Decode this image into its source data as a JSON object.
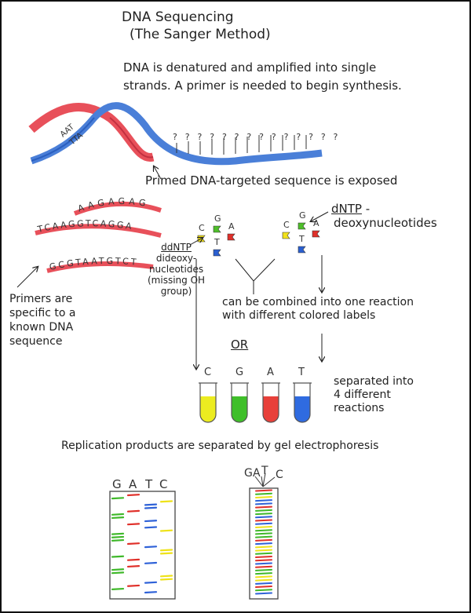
{
  "title": {
    "line1": "DNA Sequencing",
    "line2": "(The Sanger Method)"
  },
  "intro": {
    "line1": "DNA is denatured and amplified into single",
    "line2": "strands. A primer is needed to begin synthesis."
  },
  "helix": {
    "question_marks": "? ? ? ? ? ? ? ? ? ? ? ? ? ?",
    "base_pairs_left": "AAT",
    "base_pairs_left2": "TTA",
    "caption": "Primed DNA-targeted sequence is exposed"
  },
  "primers": {
    "sequences": [
      "AAGAGAG",
      "TCAAGGTCAGGA",
      "GCGTAATGTCT"
    ],
    "caption": [
      "Primers are",
      "specific to a",
      "known DNA",
      "sequence"
    ]
  },
  "ddntp": {
    "label": "ddNTP",
    "desc": [
      "dideoxy-",
      "nucleotides",
      "(missing OH",
      "group)"
    ]
  },
  "dntp": {
    "label": "dNTP",
    "dash": "-",
    "desc": "deoxynucleotides"
  },
  "nucleotides": [
    {
      "letter": "C",
      "color": "#f2e21a"
    },
    {
      "letter": "G",
      "color": "#4fbf2a"
    },
    {
      "letter": "A",
      "color": "#e0302a"
    },
    {
      "letter": "T",
      "color": "#2a5fd0"
    }
  ],
  "combined": {
    "line1": "can be combined into one reaction",
    "line2": "with different colored labels"
  },
  "or_label": "OR",
  "tubes": [
    {
      "letter": "C",
      "color": "#ecec20"
    },
    {
      "letter": "G",
      "color": "#3fbf2a"
    },
    {
      "letter": "A",
      "color": "#e8403a"
    },
    {
      "letter": "T",
      "color": "#2f6be0"
    }
  ],
  "separated": [
    "separated into",
    "4 different",
    "reactions"
  ],
  "gel_caption": "Replication products are separated by gel electrophoresis",
  "gel1": {
    "lanes": [
      "G",
      "A",
      "T",
      "C"
    ],
    "bands": [
      "A",
      "G",
      "C",
      "T",
      "T",
      "A",
      "G",
      "G",
      "T",
      "A",
      "T",
      "C",
      "G",
      "G",
      "G",
      "A",
      "T",
      "C",
      "C",
      "G",
      "A",
      "T",
      "A",
      "G",
      "G",
      "C",
      "C",
      "T",
      "A",
      "G",
      "T"
    ]
  },
  "gel2": {
    "labels": [
      "G",
      "A",
      "T",
      "C"
    ],
    "bands": [
      "A",
      "G",
      "C",
      "T",
      "T",
      "A",
      "G",
      "G",
      "T",
      "A",
      "T",
      "C",
      "G",
      "G",
      "G",
      "A",
      "T",
      "C",
      "C",
      "G",
      "A",
      "A",
      "T",
      "A",
      "G",
      "G",
      "C",
      "C",
      "T",
      "A",
      "G",
      "T"
    ]
  },
  "colors": {
    "G": "#3fb82a",
    "A": "#e0302a",
    "T": "#2f62d8",
    "C": "#eee21a",
    "ink": "#222222"
  }
}
